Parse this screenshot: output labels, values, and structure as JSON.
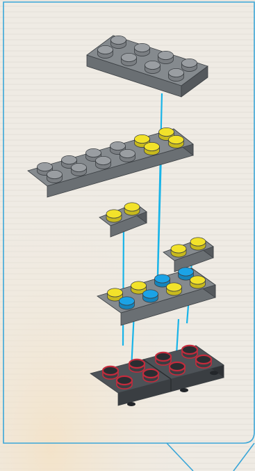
{
  "diagram": {
    "kind": "brick-assembly-instruction",
    "colors": {
      "background": "#efebe4",
      "panel_border": "#3aa6d8",
      "connector": "#19b4e8",
      "plate_gray_top": "#858a8e",
      "plate_gray_front": "#6a6f73",
      "plate_gray_side": "#55595d",
      "plate_dark_top": "#4d5257",
      "plate_dark_front": "#3a3e42",
      "plate_dark_side": "#2e3135",
      "stud_gray": "#9a9ea2",
      "stud_yellow": "#f2e22a",
      "stud_blue": "#1ba3e6",
      "stud_red_outline": "#c42b3c"
    },
    "pieces": [
      {
        "name": "top-plate-2x4",
        "size": "2x4",
        "color": "gray",
        "studs": "gray"
      },
      {
        "name": "long-plate-2x6",
        "size": "2x6",
        "color": "gray",
        "studs": "gray-and-yellow"
      },
      {
        "name": "small-plate-1x2-left",
        "size": "1x2",
        "color": "gray",
        "studs": "yellow"
      },
      {
        "name": "small-plate-1x2-right",
        "size": "1x2",
        "color": "gray",
        "studs": "yellow"
      },
      {
        "name": "middle-plate-2x4",
        "size": "2x4",
        "color": "gray",
        "studs": "yellow-and-blue"
      },
      {
        "name": "base-plates-2x2-pair",
        "size": "2x2",
        "color": "dark-gray",
        "studs": "red-outline"
      }
    ]
  }
}
